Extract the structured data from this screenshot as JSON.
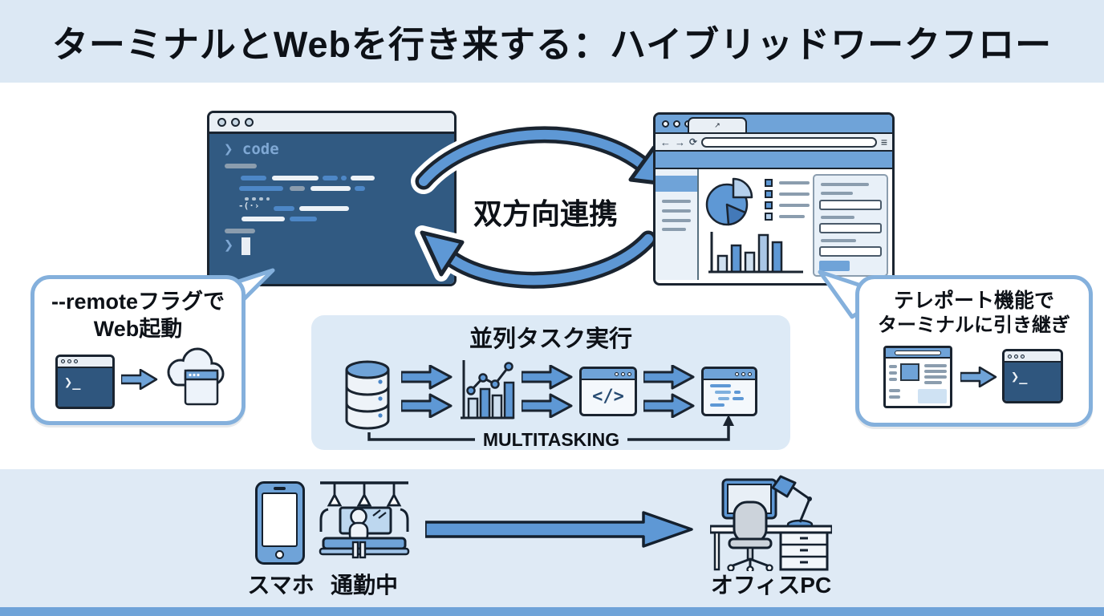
{
  "title": "ターミナルとWebを行き来する：ハイブリッドワークフロー",
  "center": {
    "bidirectional_label": "双方向連携"
  },
  "terminal_window": {
    "prompt_symbol": "❯",
    "prompt_label": "code",
    "cursor_symbol": "❯"
  },
  "left_bubble": {
    "line1": "--remoteフラグで",
    "line2": "Web起動",
    "terminal_glyph": "❯_"
  },
  "right_bubble": {
    "line1": "テレポート機能で",
    "line2": "ターミナルに引き継ぎ",
    "terminal_glyph": "❯_"
  },
  "parallel_box": {
    "title": "並列タスク実行",
    "caption": "MULTITASKING",
    "code_glyph": "</>"
  },
  "browser_window": {
    "back_icon": "←",
    "forward_icon": "→",
    "reload_icon": "⟳",
    "menu_icon": "≡",
    "tab_icon": "↗"
  },
  "bottom": {
    "smartphone_label": "スマホ",
    "commute_label": "通勤中",
    "office_label": "オフィスPC"
  },
  "colors": {
    "accent_blue": "#5e98d5",
    "chrome_blue": "#6fa3d8",
    "terminal_navy": "#315a82",
    "band_bg": "#dce8f4",
    "box_bg": "#ddeaf6",
    "outline": "#1a2430"
  }
}
